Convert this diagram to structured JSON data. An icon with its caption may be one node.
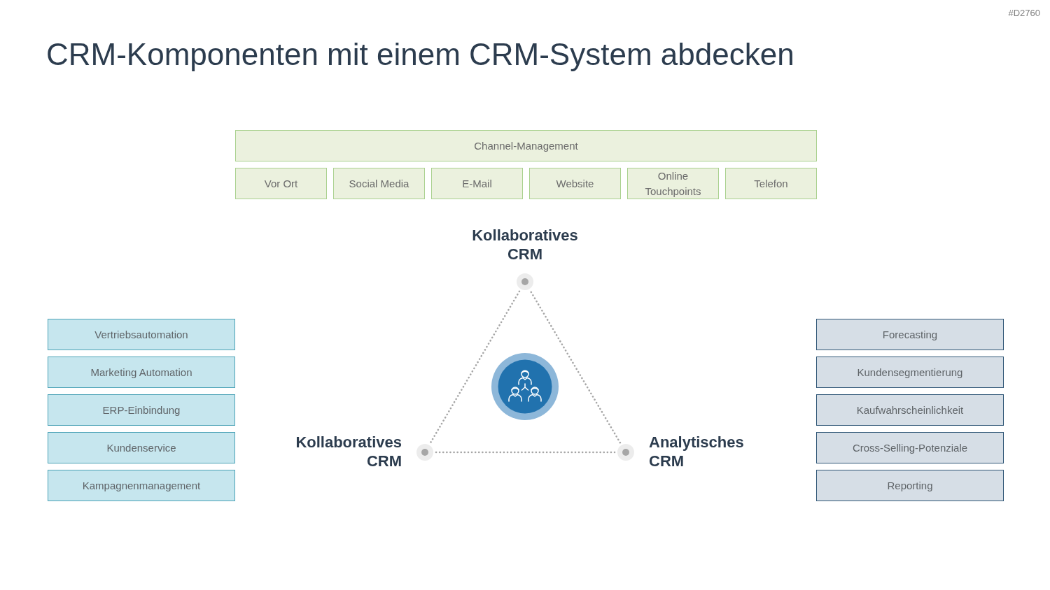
{
  "diagram": {
    "title": "CRM-Komponenten mit einem CRM-System abdecken",
    "nodes": [
      {
        "text": [
          "Channel-Management"
        ]
      },
      {
        "text": [
          "Vor Ort"
        ]
      },
      {
        "text": [
          "Social Media"
        ]
      },
      {
        "text": [
          "E-Mail"
        ]
      },
      {
        "text": [
          "Website"
        ]
      },
      {
        "text": [
          "Online Touchpoints"
        ]
      },
      {
        "text": [
          "Telefon"
        ]
      },
      {
        "text": [
          "Vertriebsautomation"
        ]
      },
      {
        "text": [
          "Marketing Automation"
        ]
      },
      {
        "text": [
          "ERP-Einbindung"
        ]
      },
      {
        "text": [
          "Kundenservice"
        ]
      },
      {
        "text": [
          "Kampagnenmanagement"
        ]
      },
      {
        "text": [
          "Forecasting"
        ]
      },
      {
        "text": [
          "Kundensegmentierung"
        ]
      },
      {
        "text": [
          "Kaufwahrscheinlichkeit"
        ]
      },
      {
        "text": [
          "Cross-Selling-Potenziale"
        ]
      },
      {
        "text": [
          "Reporting"
        ]
      },
      {
        "text": [],
        "shape": "circle",
        "beside": [
          "Kollaboratives CRM"
        ]
      },
      {
        "text": [],
        "shape": "circle",
        "beside": [
          "Kollaboratives CRM"
        ]
      },
      {
        "text": [],
        "shape": "circle",
        "beside": [
          "Analytisches CRM"
        ]
      }
    ],
    "edges": [
      {
        "from": 17,
        "to": 18,
        "arrow": "none",
        "style": "dashed"
      },
      {
        "from": 18,
        "to": 19,
        "arrow": "none",
        "style": "dashed"
      },
      {
        "from": 19,
        "to": 17,
        "arrow": "none",
        "style": "dashed"
      }
    ],
    "labels": [
      "#D2760"
    ]
  }
}
